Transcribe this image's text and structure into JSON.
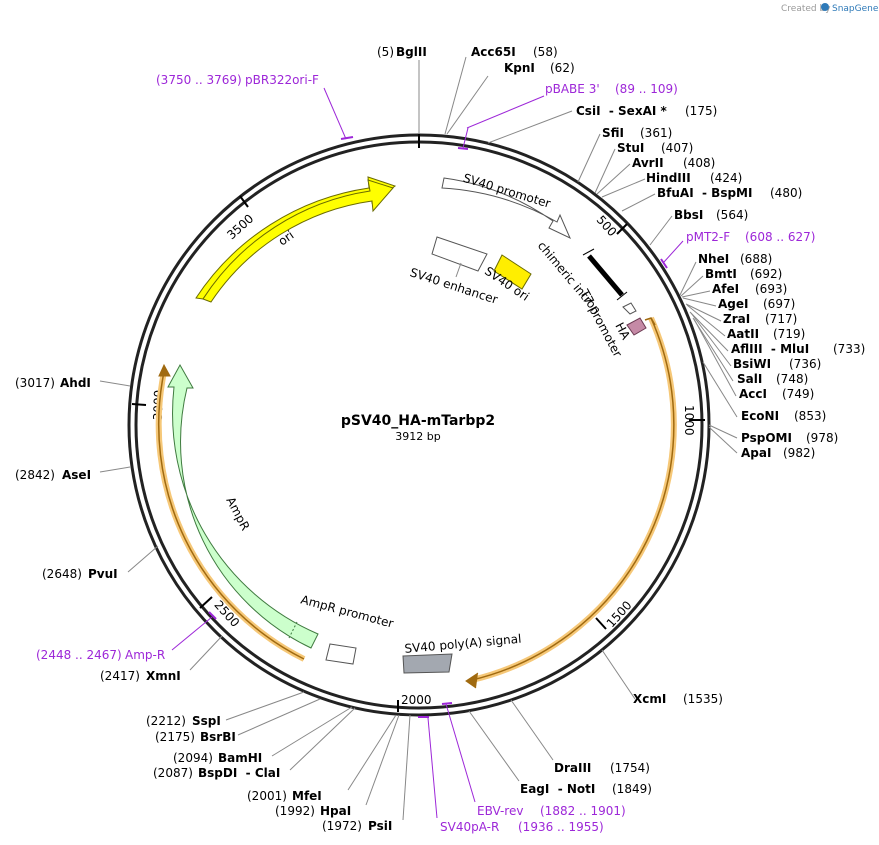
{
  "credit": {
    "prefix": "Created by",
    "brand": "SnapGene"
  },
  "plasmid": {
    "name": "pSV40_HA-mTarbp2",
    "size_text": "3912 bp",
    "length": 3912
  },
  "ticks": [
    {
      "bp": 500,
      "label": "500"
    },
    {
      "bp": 1000,
      "label": "1000"
    },
    {
      "bp": 1500,
      "label": "1500"
    },
    {
      "bp": 2000,
      "label": "2000"
    },
    {
      "bp": 2500,
      "label": "2500"
    },
    {
      "bp": 3000,
      "label": "3000"
    },
    {
      "bp": 3500,
      "label": "3500"
    }
  ],
  "sites": [
    {
      "text_right": "BglII",
      "text_left": "(5)"
    },
    {
      "text_left": "Acc65I",
      "text_right": "(58)"
    },
    {
      "text_left": "KpnI",
      "text_right": "(62)"
    },
    {
      "text_left": "CsiI  - SexAI *",
      "text_right": "(175)"
    },
    {
      "text_left": "SfiI",
      "text_right": "(361)"
    },
    {
      "text_left": "StuI",
      "text_right": "(407)"
    },
    {
      "text_left": "AvrII",
      "text_right": "(408)"
    },
    {
      "text_left": "HindIII",
      "text_right": "(424)"
    },
    {
      "text_left": "BfuAI  - BspMI",
      "text_right": "(480)"
    },
    {
      "text_left": "BbsI",
      "text_right": "(564)"
    },
    {
      "text_left": "NheI",
      "text_right": "(688)"
    },
    {
      "text_left": "BmtI",
      "text_right": "(692)"
    },
    {
      "text_left": "AfeI",
      "text_right": "(693)"
    },
    {
      "text_left": "AgeI",
      "text_right": "(697)"
    },
    {
      "text_left": "ZraI",
      "text_right": "(717)"
    },
    {
      "text_left": "AatII",
      "text_right": "(719)"
    },
    {
      "text_left": "AflIII  - MluI",
      "text_right": "(733)"
    },
    {
      "text_left": "BsiWI",
      "text_right": "(736)"
    },
    {
      "text_left": "SalI",
      "text_right": "(748)"
    },
    {
      "text_left": "AccI",
      "text_right": "(749)"
    },
    {
      "text_left": "EcoNI",
      "text_right": "(853)"
    },
    {
      "text_left": "PspOMI",
      "text_right": "(978)"
    },
    {
      "text_left": "ApaI",
      "text_right": "(982)"
    },
    {
      "text_left": "XcmI",
      "text_right": "(1535)"
    },
    {
      "text_left": "DraIII",
      "text_right": "(1754)"
    },
    {
      "text_left": "EagI  - NotI",
      "text_right": "(1849)"
    },
    {
      "text_left": "(1972)",
      "text_right": "PsiI"
    },
    {
      "text_left": "(1992)",
      "text_right": "HpaI"
    },
    {
      "text_left": "(2001)",
      "text_right": "MfeI"
    },
    {
      "text_left": "(2087)",
      "text_right": "BspDI  - ClaI"
    },
    {
      "text_left": "(2094)",
      "text_right": "BamHI"
    },
    {
      "text_left": "(2175)",
      "text_right": "BsrBI"
    },
    {
      "text_left": "(2212)",
      "text_right": "SspI"
    },
    {
      "text_left": "(2417)",
      "text_right": "XmnI"
    },
    {
      "text_left": "(2648)",
      "text_right": "PvuI"
    },
    {
      "text_left": "(2842)",
      "text_right": "AseI"
    },
    {
      "text_left": "(3017)",
      "text_right": "AhdI"
    }
  ],
  "primers": [
    {
      "name": "pBR322ori-F",
      "range": "(3750 .. 3769)"
    },
    {
      "name": "pBABE 3'",
      "range": "(89 .. 109)"
    },
    {
      "name": "pMT2-F",
      "range": "(608 .. 627)"
    },
    {
      "name": "Amp-R",
      "range": "(2448 .. 2467)"
    },
    {
      "name": "EBV-rev",
      "range": "(1882 .. 1901)"
    },
    {
      "name": "SV40pA-R",
      "range": "(1936 .. 1955)"
    }
  ],
  "features": {
    "sv40_promoter": "SV40 promoter",
    "sv40_enhancer": "SV40 enhancer",
    "sv40_ori": "SV40 ori",
    "chimeric_intron": "chimeric intron",
    "t7_promoter": "T7 promoter",
    "ha": "HA",
    "ori": "ori",
    "ampr": "AmpR",
    "ampr_promoter": "AmpR promoter",
    "sv40_polya": "SV40 poly(A) signal"
  },
  "colors": {
    "ori": "#ffff00",
    "sv40_ori": "#ffee00",
    "ampr": "#ccffcc",
    "ha": "#c58aa6",
    "polya": "#a3a8b0",
    "insert_orange": "#f2b23a",
    "primer": "#9d27d8",
    "brand": "#2f7ab8"
  }
}
